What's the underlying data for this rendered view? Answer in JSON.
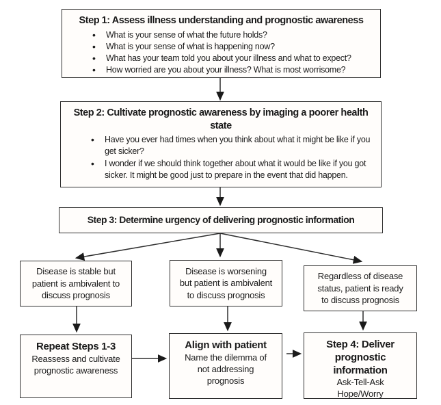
{
  "flowchart": {
    "colors": {
      "border": "#2e2e2e",
      "text": "#1b1b1b",
      "background": "#ffffff"
    },
    "step1": {
      "title": "Step 1: Assess illness understanding and prognostic awareness",
      "bullets": [
        "What is your sense of what the future holds?",
        "What is your sense of what is happening now?",
        "What has your team told you about your illness and what to expect?",
        "How worried are you about your illness? What is most worrisome?"
      ]
    },
    "step2": {
      "title": "Step 2: Cultivate prognostic awareness by imaging a poorer health state",
      "bullets": [
        "Have you ever had times when you think about what it might be like if you get sicker?",
        "I wonder if we should think together about what it would be like if you got sicker. It might be good just to prepare in the event that did happen."
      ]
    },
    "step3": {
      "title": "Step 3: Determine urgency of delivering prognostic information"
    },
    "branches": [
      {
        "text": "Disease is stable but patient is ambivalent to discuss prognosis",
        "lines": [
          "Disease is stable but",
          "patient is ambivalent to",
          "discuss prognosis"
        ]
      },
      {
        "text": "Disease is worsening but patient is ambivalent to discuss prognosis",
        "lines": [
          "Disease is worsening",
          "but patient is ambivalent",
          "to discuss prognosis"
        ]
      },
      {
        "text": "Regardless of disease status, patient is ready to discuss prognosis",
        "lines": [
          "Regardless of disease",
          "status, patient is ready",
          "to discuss prognosis"
        ]
      }
    ],
    "actions": [
      {
        "title": "Repeat Steps 1-3",
        "body": "Reassess and cultivate prognostic awareness",
        "lines": [
          "Reassess and cultivate",
          "prognostic awareness"
        ]
      },
      {
        "title": "Align with patient",
        "body": "Name the dilemma of not addressing prognosis",
        "lines": [
          "Name the dilemma of",
          "not addressing",
          "prognosis"
        ]
      },
      {
        "title": "Step 4: Deliver prognostic information",
        "body": "Ask-Tell-Ask Hope/Worry",
        "lines": [
          "Ask-Tell-Ask",
          "Hope/Worry"
        ]
      }
    ]
  }
}
